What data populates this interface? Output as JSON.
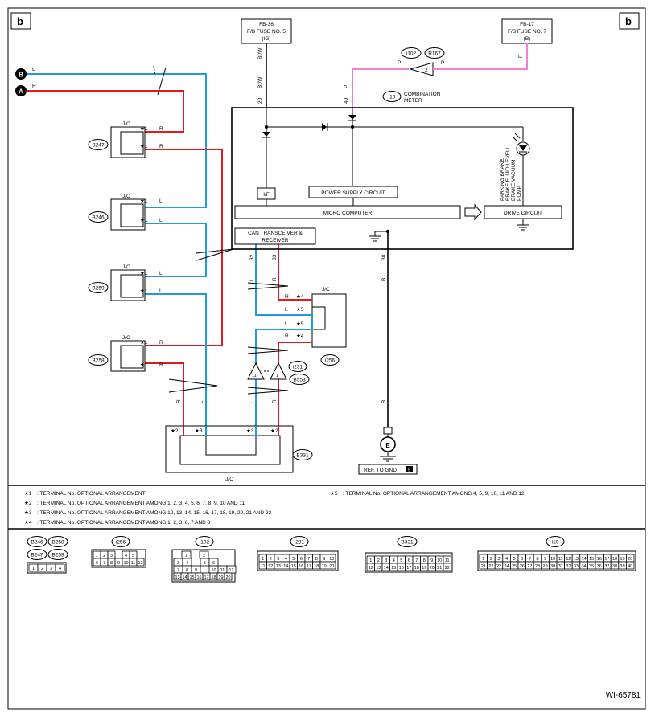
{
  "page": {
    "corner_label_left": "b",
    "corner_label_right": "b",
    "figure_id": "WI-65781"
  },
  "fuses": {
    "fb36": {
      "line1": "FB-36",
      "line2": "F/B FUSE NO. 5",
      "line3": "(IG)",
      "wire": "Br/W"
    },
    "fb17": {
      "line1": "FB-17",
      "line2": "F/B FUSE NO. 7",
      "line3": "(B)",
      "wire": "P"
    }
  },
  "inputs": {
    "b": {
      "letter": "B",
      "wire": "L"
    },
    "a": {
      "letter": "A",
      "wire": "R"
    }
  },
  "connectors": {
    "i102": "i102",
    "r167": "R167",
    "inline_pin": "2",
    "i10": "i10",
    "b247": "B247",
    "b246": "B246",
    "b259": "B259",
    "b258": "B258",
    "i256": "i256",
    "i231": "i231",
    "b553": "B553",
    "b331": "B331",
    "i231_pins": [
      "11",
      "1"
    ]
  },
  "meter": {
    "name_line1": "COMBINATION",
    "name_line2": "METER",
    "pin_ig": "20",
    "pin_b": "40",
    "pin_can_l": "32",
    "pin_can_h": "33",
    "pin_gnd": "38",
    "if_label": "I/F",
    "power_supply": "POWER SUPPLY CIRCUIT",
    "micro": "MICRO COMPUTER",
    "can_line1": "CAN TRANSCEIVER &",
    "can_line2": "RECEIVER",
    "drive": "DRIVE CIRCUIT",
    "lamp_line1": "PARKING BRAKE/",
    "lamp_line2": "BRAKE FLUID LEVEL/",
    "lamp_line3": "BRAKE VACUUM",
    "lamp_line4": "PUMP"
  },
  "jc": {
    "label": "J/C",
    "star1": "★1",
    "star2": "★2",
    "star3": "★3",
    "star4": "★4",
    "star5": "★5",
    "wire_r": "R",
    "wire_l": "L",
    "wire_b": "B"
  },
  "ground": {
    "symbol": "E",
    "ref": "REF. TO GND",
    "ref_box": "5"
  },
  "notes": [
    {
      "mark": "★1",
      "text": ": TERMINAL No. OPTIONAL ARRANGEMENT"
    },
    {
      "mark": "★2",
      "text": ": TERMINAL No. OPTIONAL ARRANGEMENT AMONG 1, 2, 3, 4, 5, 6, 7, 8, 9, 10 AND 11"
    },
    {
      "mark": "★3",
      "text": ": TERMINAL No. OPTIONAL ARRANGEMENT AMONG 12, 13, 14, 15, 16, 17, 18, 19, 20, 21 AND 22"
    },
    {
      "mark": "★4",
      "text": ": TERMINAL No. OPTIONAL ARRANGEMENT AMONG 1, 2, 3, 6, 7 AND 8"
    },
    {
      "mark": "★5",
      "text": ": TERMINAL No. OPTIONAL ARRANGEMENT AMONG 4, 5, 9, 10, 11 AND 12"
    }
  ],
  "layouts": {
    "b246": {
      "label": "B246"
    },
    "b258": {
      "label": "B258"
    },
    "b247": {
      "label": "B247"
    },
    "b259": {
      "label": "B259"
    },
    "b_group_pins": [
      "1",
      "2",
      "3",
      "4"
    ],
    "i256": {
      "label": "i256",
      "row1": [
        "1",
        "2",
        "3",
        "4",
        "5"
      ],
      "row2": [
        "6",
        "7",
        "8",
        "9",
        "10",
        "11",
        "12"
      ]
    },
    "i102": {
      "label": "i102",
      "row1": [
        "1",
        "2"
      ],
      "row2": [
        "3",
        "4",
        "5",
        "6"
      ],
      "row3": [
        "7",
        "8",
        "9",
        "10",
        "11",
        "12"
      ],
      "row4": [
        "13",
        "14",
        "15",
        "16",
        "17",
        "18",
        "19",
        "20"
      ]
    },
    "i231": {
      "label": "i231",
      "row1": [
        "1",
        "2",
        "3",
        "4",
        "5",
        "6",
        "7",
        "8",
        "9",
        "10"
      ],
      "row2": [
        "11",
        "12",
        "13",
        "14",
        "15",
        "16",
        "17",
        "18",
        "19",
        "20"
      ]
    },
    "b331": {
      "label": "B331",
      "row1": [
        "1",
        "2",
        "3",
        "4",
        "5",
        "6",
        "7",
        "8",
        "9",
        "10",
        "11"
      ],
      "row2": [
        "12",
        "13",
        "14",
        "15",
        "16",
        "17",
        "18",
        "19",
        "20",
        "21",
        "22"
      ]
    },
    "i10": {
      "label": "i10",
      "row1": [
        "1",
        "2",
        "3",
        "4",
        "5",
        "6",
        "7",
        "8",
        "9",
        "10",
        "11",
        "12",
        "13",
        "14",
        "15",
        "16",
        "17",
        "18",
        "19",
        "20"
      ],
      "row2": [
        "21",
        "22",
        "23",
        "24",
        "25",
        "26",
        "27",
        "28",
        "29",
        "30",
        "31",
        "32",
        "33",
        "34",
        "35",
        "36",
        "37",
        "38",
        "39",
        "40"
      ]
    }
  }
}
